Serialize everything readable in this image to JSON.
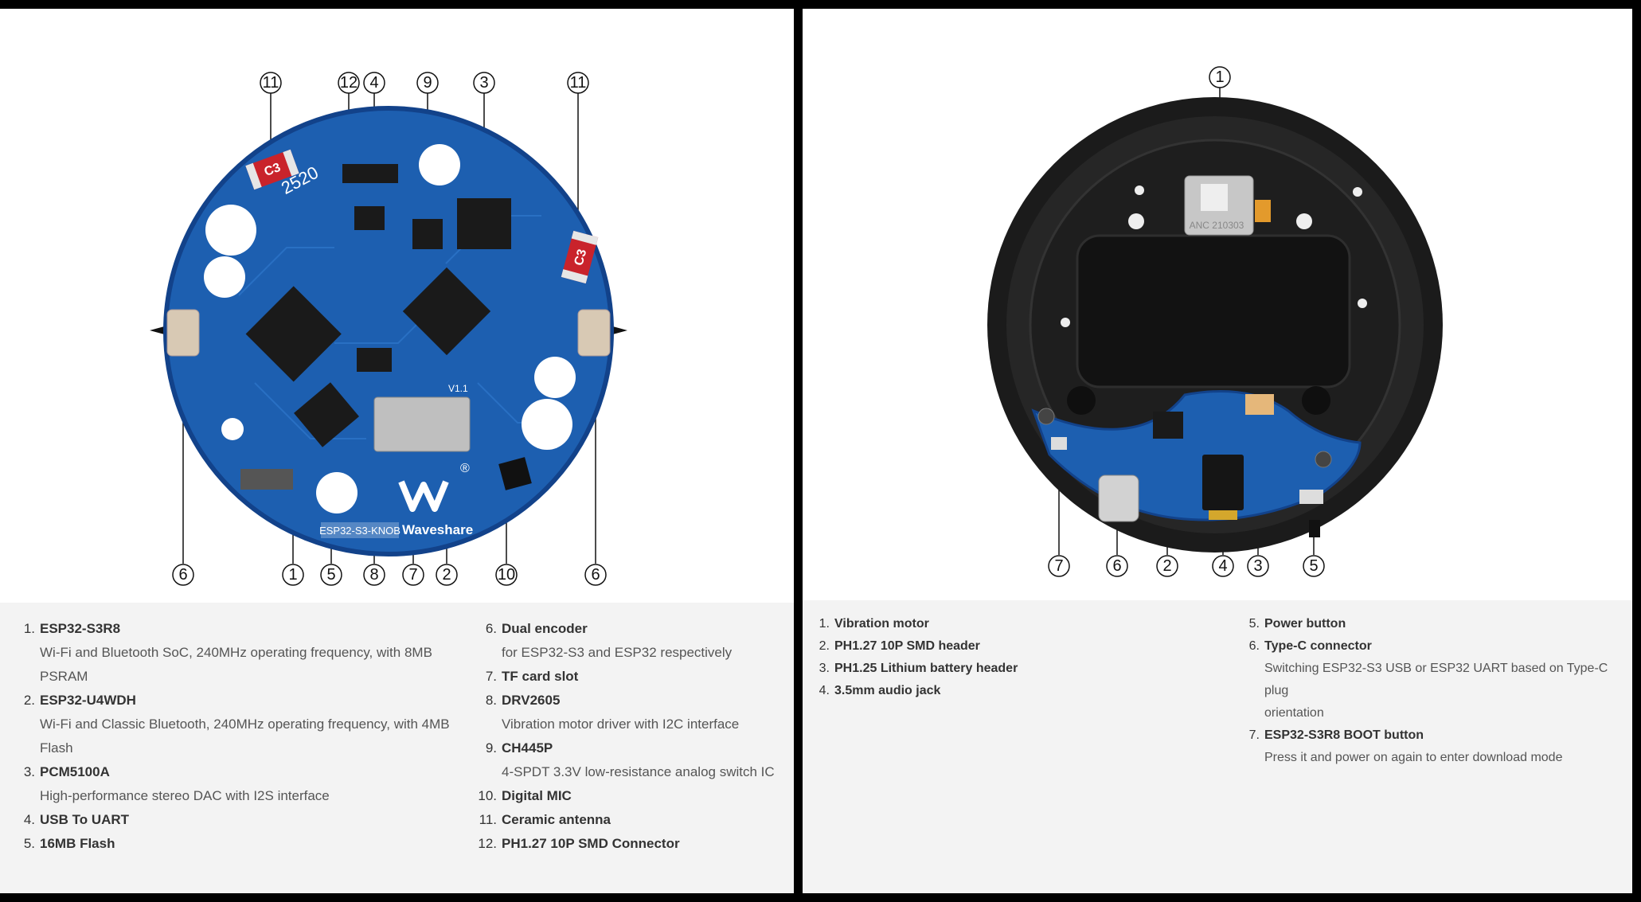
{
  "left_panel": {
    "callouts": [
      "11",
      "12",
      "4",
      "9",
      "3",
      "11",
      "6",
      "1",
      "5",
      "8",
      "7",
      "2",
      "10",
      "6"
    ],
    "board_text": {
      "model": "ESP32-S3-KNOB",
      "brand": "Waveshare",
      "antenna_label": "C3",
      "serial": "2520",
      "version": "V1.1",
      "registered": "®"
    },
    "legend_left": [
      {
        "num": "1.",
        "name": "ESP32-S3R8",
        "desc": "Wi-Fi and Bluetooth SoC, 240MHz operating frequency, with 8MB",
        "desc2": "PSRAM"
      },
      {
        "num": "2.",
        "name": "ESP32-U4WDH",
        "desc": "Wi-Fi and Classic Bluetooth, 240MHz operating frequency, with 4MB",
        "desc2": "Flash"
      },
      {
        "num": "3.",
        "name": "PCM5100A",
        "desc": "High-performance stereo DAC with I2S interface"
      },
      {
        "num": "4.",
        "name": "USB To UART"
      },
      {
        "num": "5.",
        "name": "16MB Flash"
      }
    ],
    "legend_right": [
      {
        "num": "6.",
        "name": "Dual encoder",
        "desc": "for ESP32-S3 and ESP32 respectively"
      },
      {
        "num": "7.",
        "name": "TF card slot"
      },
      {
        "num": "8.",
        "name": "DRV2605",
        "desc": "Vibration motor driver with I2C interface"
      },
      {
        "num": "9.",
        "name": "CH445P",
        "desc": "4-SPDT 3.3V low-resistance analog switch IC"
      },
      {
        "num": "10.",
        "name": "Digital MIC"
      },
      {
        "num": "11.",
        "name": "Ceramic antenna"
      },
      {
        "num": "12.",
        "name": "PH1.27 10P SMD Connector"
      }
    ]
  },
  "right_panel": {
    "callouts": [
      "1",
      "7",
      "6",
      "2",
      "4",
      "3",
      "5"
    ],
    "motor_text": "ANC 210303",
    "legend_left": [
      {
        "num": "1.",
        "name": "Vibration motor"
      },
      {
        "num": "2.",
        "name": "PH1.27 10P SMD header"
      },
      {
        "num": "3.",
        "name": "PH1.25 Lithium battery header"
      },
      {
        "num": "4.",
        "name": "3.5mm audio jack"
      }
    ],
    "legend_right": [
      {
        "num": "5.",
        "name": "Power button"
      },
      {
        "num": "6.",
        "name": "Type-C connector",
        "desc": "Switching ESP32-S3 USB or ESP32 UART based on Type-C plug",
        "desc2": "orientation"
      },
      {
        "num": "7.",
        "name": "ESP32-S3R8 BOOT button",
        "desc": "Press it and power on again to enter download mode"
      }
    ]
  },
  "colors": {
    "pcb": "#1d5fb0",
    "pcb_dark": "#12428a",
    "chip": "#1a1a1a",
    "housing": "#1b1b1b",
    "background": "#f3f3f3",
    "antenna": "#c9232b"
  }
}
